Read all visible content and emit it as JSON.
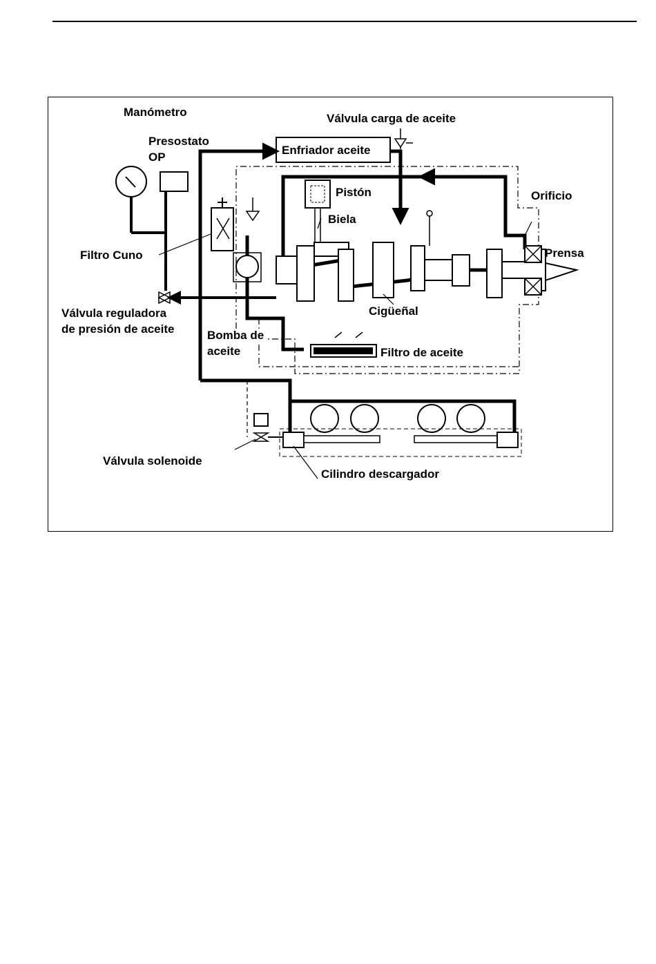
{
  "diagram": {
    "labels": {
      "manometro": "Manómetro",
      "valvula_carga": "Válvula carga de aceite",
      "presostato_line1": "Presostato",
      "presostato_line2": "OP",
      "enfriador": "Enfriador aceite",
      "piston": "Pistón",
      "biela": "Biela",
      "orificio": "Orificio",
      "filtro_cuno": "Filtro Cuno",
      "prensa": "Prensa",
      "valvula_reguladora_line1": "Válvula reguladora",
      "valvula_reguladora_line2": "de presión de aceite",
      "ciguenal": "Cigüeñal",
      "bomba_line1": "Bomba de",
      "bomba_line2": "aceite",
      "filtro_aceite": "Filtro de aceite",
      "valvula_solenoide": "Válvula solenoide",
      "cilindro_descargador": "Cilindro descargador"
    }
  }
}
